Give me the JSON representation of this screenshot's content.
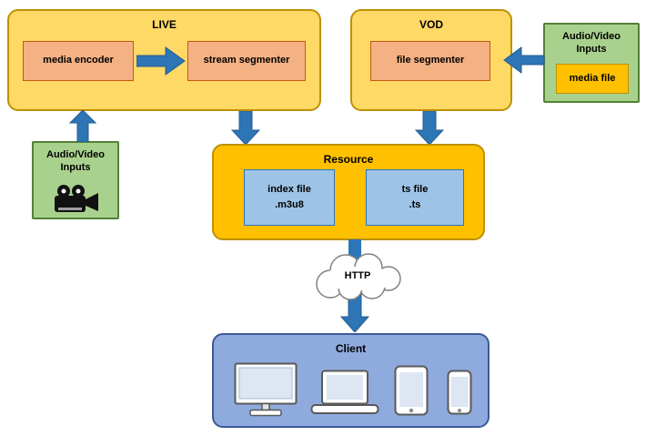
{
  "live": {
    "title": "LIVE",
    "media_encoder_label": "media encoder",
    "stream_segmenter_label": "stream segmenter"
  },
  "vod": {
    "title": "VOD",
    "file_segmenter_label": "file segmenter"
  },
  "av_inputs_right": {
    "title_line1": "Audio/Video",
    "title_line2": "Inputs",
    "media_file_label": "media file"
  },
  "av_inputs_left": {
    "title_line1": "Audio/Video",
    "title_line2": "Inputs",
    "icon": "video-camera-icon"
  },
  "resource": {
    "title": "Resource",
    "index_file_line1": "index file",
    "index_file_line2": ".m3u8",
    "ts_file_line1": "ts file",
    "ts_file_line2": ".ts"
  },
  "http_cloud": {
    "label": "HTTP"
  },
  "client": {
    "title": "Client",
    "device_icons": [
      "desktop-monitor",
      "laptop",
      "tablet",
      "smartphone"
    ]
  },
  "edges": [
    {
      "from": "av-inputs-left",
      "to": "live"
    },
    {
      "from": "media-encoder",
      "to": "stream-segmenter"
    },
    {
      "from": "media-file",
      "to": "file-segmenter"
    },
    {
      "from": "live",
      "to": "resource"
    },
    {
      "from": "vod",
      "to": "resource"
    },
    {
      "from": "resource",
      "to": "http-cloud"
    },
    {
      "from": "http-cloud",
      "to": "client"
    }
  ],
  "colors": {
    "yellow_container": "#FFD966",
    "yellow_border": "#BF9000",
    "orange_box": "#F4B183",
    "orange_border": "#C55A11",
    "gold_container": "#FFC000",
    "gold_border": "#BF9000",
    "blue_box": "#9DC3E6",
    "blue_box_border": "#2E75B6",
    "green_box": "#A9D18E",
    "green_border": "#538135",
    "client_container": "#8FAADC",
    "client_border": "#3B5998",
    "arrow_blue": "#2E75B6",
    "cloud_border": "#808080"
  }
}
